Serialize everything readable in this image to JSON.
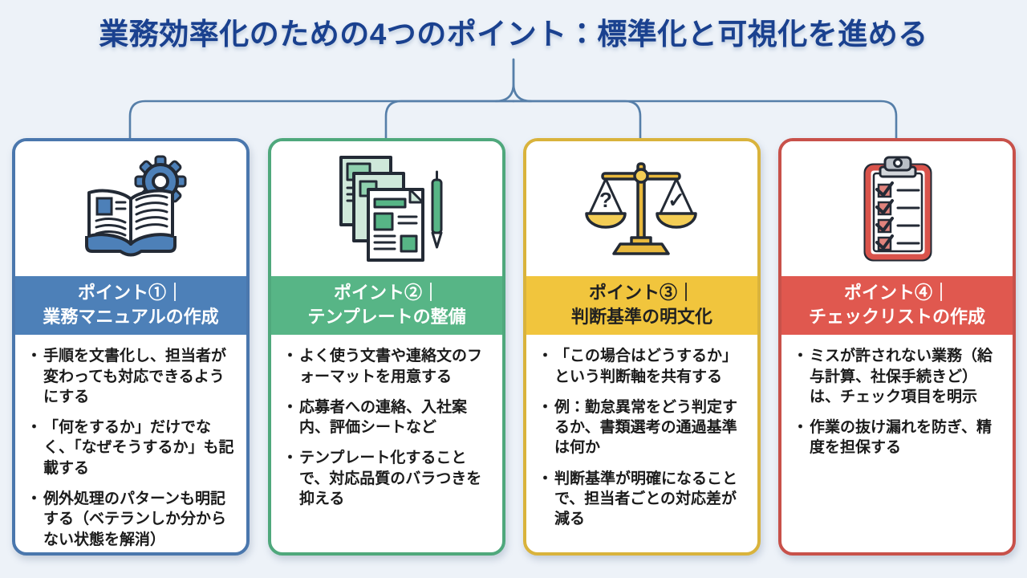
{
  "title": "業務効率化のための4つのポイント：標準化と可視化を進める",
  "bullet_char": "・",
  "colors": {
    "background": "#edf2f8",
    "title_text": "#1a418f",
    "connector_line": "#567fa9",
    "card1_accent": "#4d80b8",
    "card2_accent": "#57b586",
    "card3_accent": "#f1c53d",
    "card4_accent": "#e0584f",
    "body_text": "#1b1b1b"
  },
  "cards": [
    {
      "label_line1": "ポイント①｜",
      "label_line2": "業務マニュアルの作成",
      "icon": "open-book-with-gear",
      "bullets": [
        "手順を文書化し、担当者が変わっても対応できるようにする",
        "「何をするか」だけでなく、「なぜそうするか」も記載する",
        "例外処理のパターンも明記する（ベテランしか分からない状態を解消）"
      ]
    },
    {
      "label_line1": "ポイント②｜",
      "label_line2": "テンプレートの整備",
      "icon": "document-stack-with-pen",
      "bullets": [
        "よく使う文書や連絡文のフォーマットを用意する",
        "応募者への連絡、入社案内、評価シートなど",
        "テンプレート化することで、対応品質のバラつきを抑える"
      ]
    },
    {
      "label_line1": "ポイント③｜",
      "label_line2": "判断基準の明文化",
      "icon": "balance-scale-question-check",
      "bullets": [
        "「この場合はどうするか」という判断軸を共有する",
        "例：勤怠異常をどう判定するか、書類選考の通過基準は何か",
        "判断基準が明確になることで、担当者ごとの対応差が減る"
      ]
    },
    {
      "label_line1": "ポイント④｜",
      "label_line2": "チェックリストの作成",
      "icon": "checklist-clipboard",
      "bullets": [
        "ミスが許されない業務（給与計算、社保手続きど）は、チェック項目を明示",
        "作業の抜け漏れを防ぎ、精度を担保する"
      ]
    }
  ],
  "scale_marks": {
    "left_pan": "?",
    "right_pan": "✓"
  }
}
